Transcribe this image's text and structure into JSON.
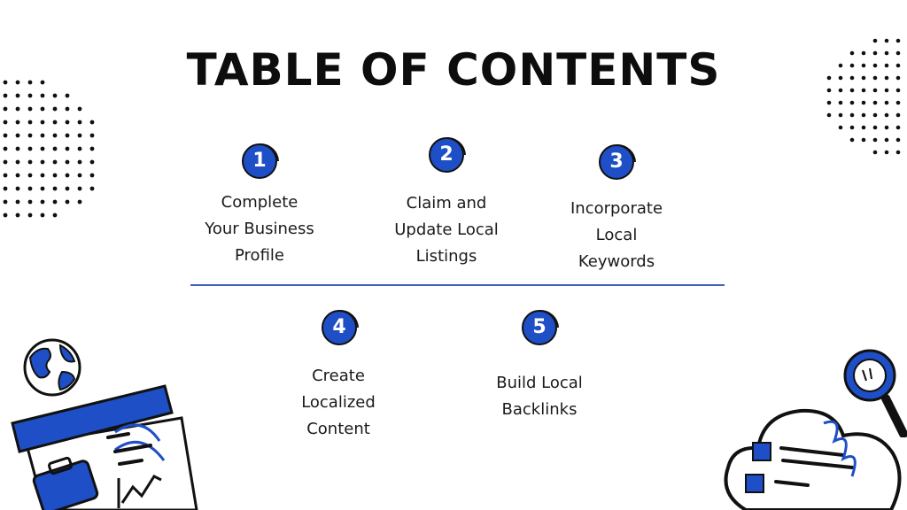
{
  "title": "TABLE OF CONTENTS",
  "items": [
    {
      "number": "1",
      "label_lines": [
        "Complete",
        "Your Business",
        "Profile"
      ]
    },
    {
      "number": "2",
      "label_lines": [
        "Claim and",
        "Update Local",
        "Listings"
      ]
    },
    {
      "number": "3",
      "label_lines": [
        "Incorporate",
        "Local",
        "Keywords"
      ]
    },
    {
      "number": "4",
      "label_lines": [
        "Create",
        "Localized",
        "Content"
      ]
    },
    {
      "number": "5",
      "label_lines": [
        "Build Local",
        "Backlinks"
      ]
    }
  ],
  "colors": {
    "accent": "#1f4fc6",
    "ink": "#111111",
    "divider": "#3f62b8"
  },
  "decorations": [
    "dot-pattern-left",
    "dot-pattern-right",
    "globe-icon",
    "presentation-board-icon",
    "briefcase-icon",
    "line-chart-icon",
    "cloud-checklist-icon",
    "magnifier-icon"
  ]
}
